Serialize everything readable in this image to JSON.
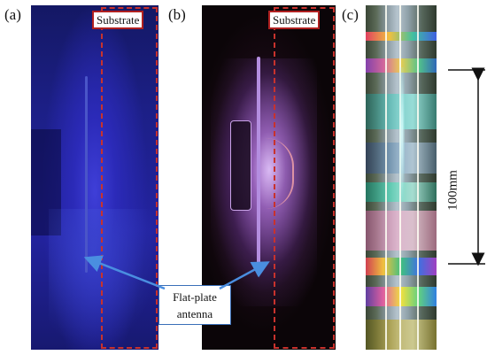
{
  "panels": {
    "a": {
      "label": "(a)",
      "tag": "Substrate"
    },
    "b": {
      "label": "(b)",
      "tag": "Substrate"
    },
    "c": {
      "label": "(c)"
    }
  },
  "callout": {
    "line1": "Flat-plate",
    "line2": "antenna"
  },
  "dimension": {
    "text": "100mm"
  },
  "colors": {
    "dashed_frame": "#c8322d",
    "arrow": "#4a8ee0",
    "callout_border": "#3a6fb8"
  }
}
